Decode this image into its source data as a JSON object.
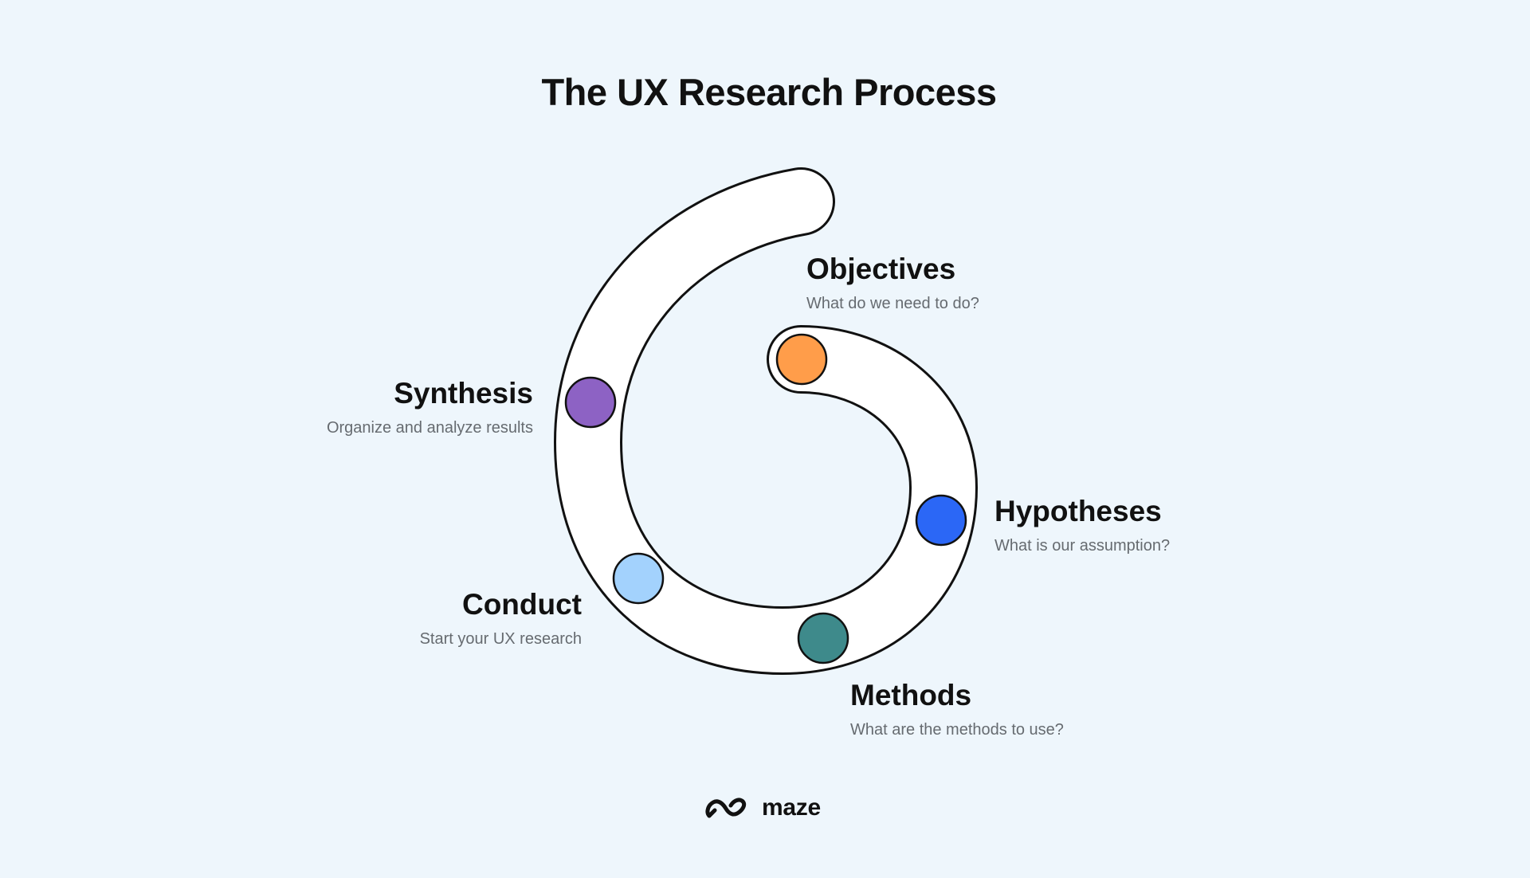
{
  "title": "The UX Research Process",
  "colors": {
    "background": "#eef6fc",
    "track_fill": "#ffffff",
    "track_outline": "#111111",
    "objectives": "#ff9d4a",
    "hypotheses": "#2b67f6",
    "methods": "#3e8a8b",
    "conduct": "#a3d2fd",
    "synthesis": "#8d62c4"
  },
  "steps": [
    {
      "label": "Objectives",
      "description": "What do we need to do?",
      "color_key": "objectives"
    },
    {
      "label": "Hypotheses",
      "description": "What is our assumption?",
      "color_key": "hypotheses"
    },
    {
      "label": "Methods",
      "description": "What are the methods to use?",
      "color_key": "methods"
    },
    {
      "label": "Conduct",
      "description": "Start your UX research",
      "color_key": "conduct"
    },
    {
      "label": "Synthesis",
      "description": "Organize and analyze results",
      "color_key": "synthesis"
    }
  ],
  "logo": {
    "text": "maze",
    "icon": "maze-logo-icon"
  }
}
